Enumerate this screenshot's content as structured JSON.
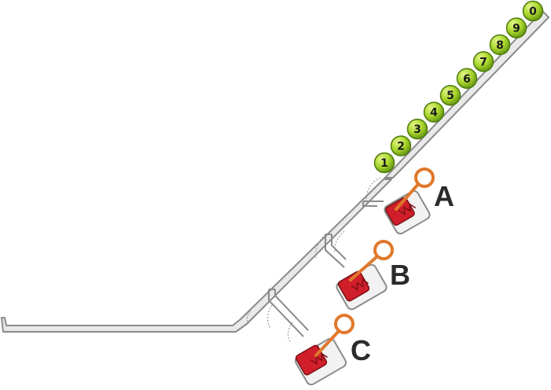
{
  "balls": [
    "1",
    "2",
    "3",
    "4",
    "5",
    "6",
    "7",
    "8",
    "9",
    "0"
  ],
  "gates": [
    {
      "label": "A"
    },
    {
      "label": "B"
    },
    {
      "label": "C"
    }
  ],
  "colors": {
    "track_fill": "#e9e9e9",
    "track_stroke": "#8a8a8a",
    "ball_fill": "#a8d62a",
    "ball_stroke": "#4d7a0c",
    "bucket_red": "#d01f2a",
    "lever_orange": "#e0782a",
    "label_dark": "#2b2b2b"
  }
}
